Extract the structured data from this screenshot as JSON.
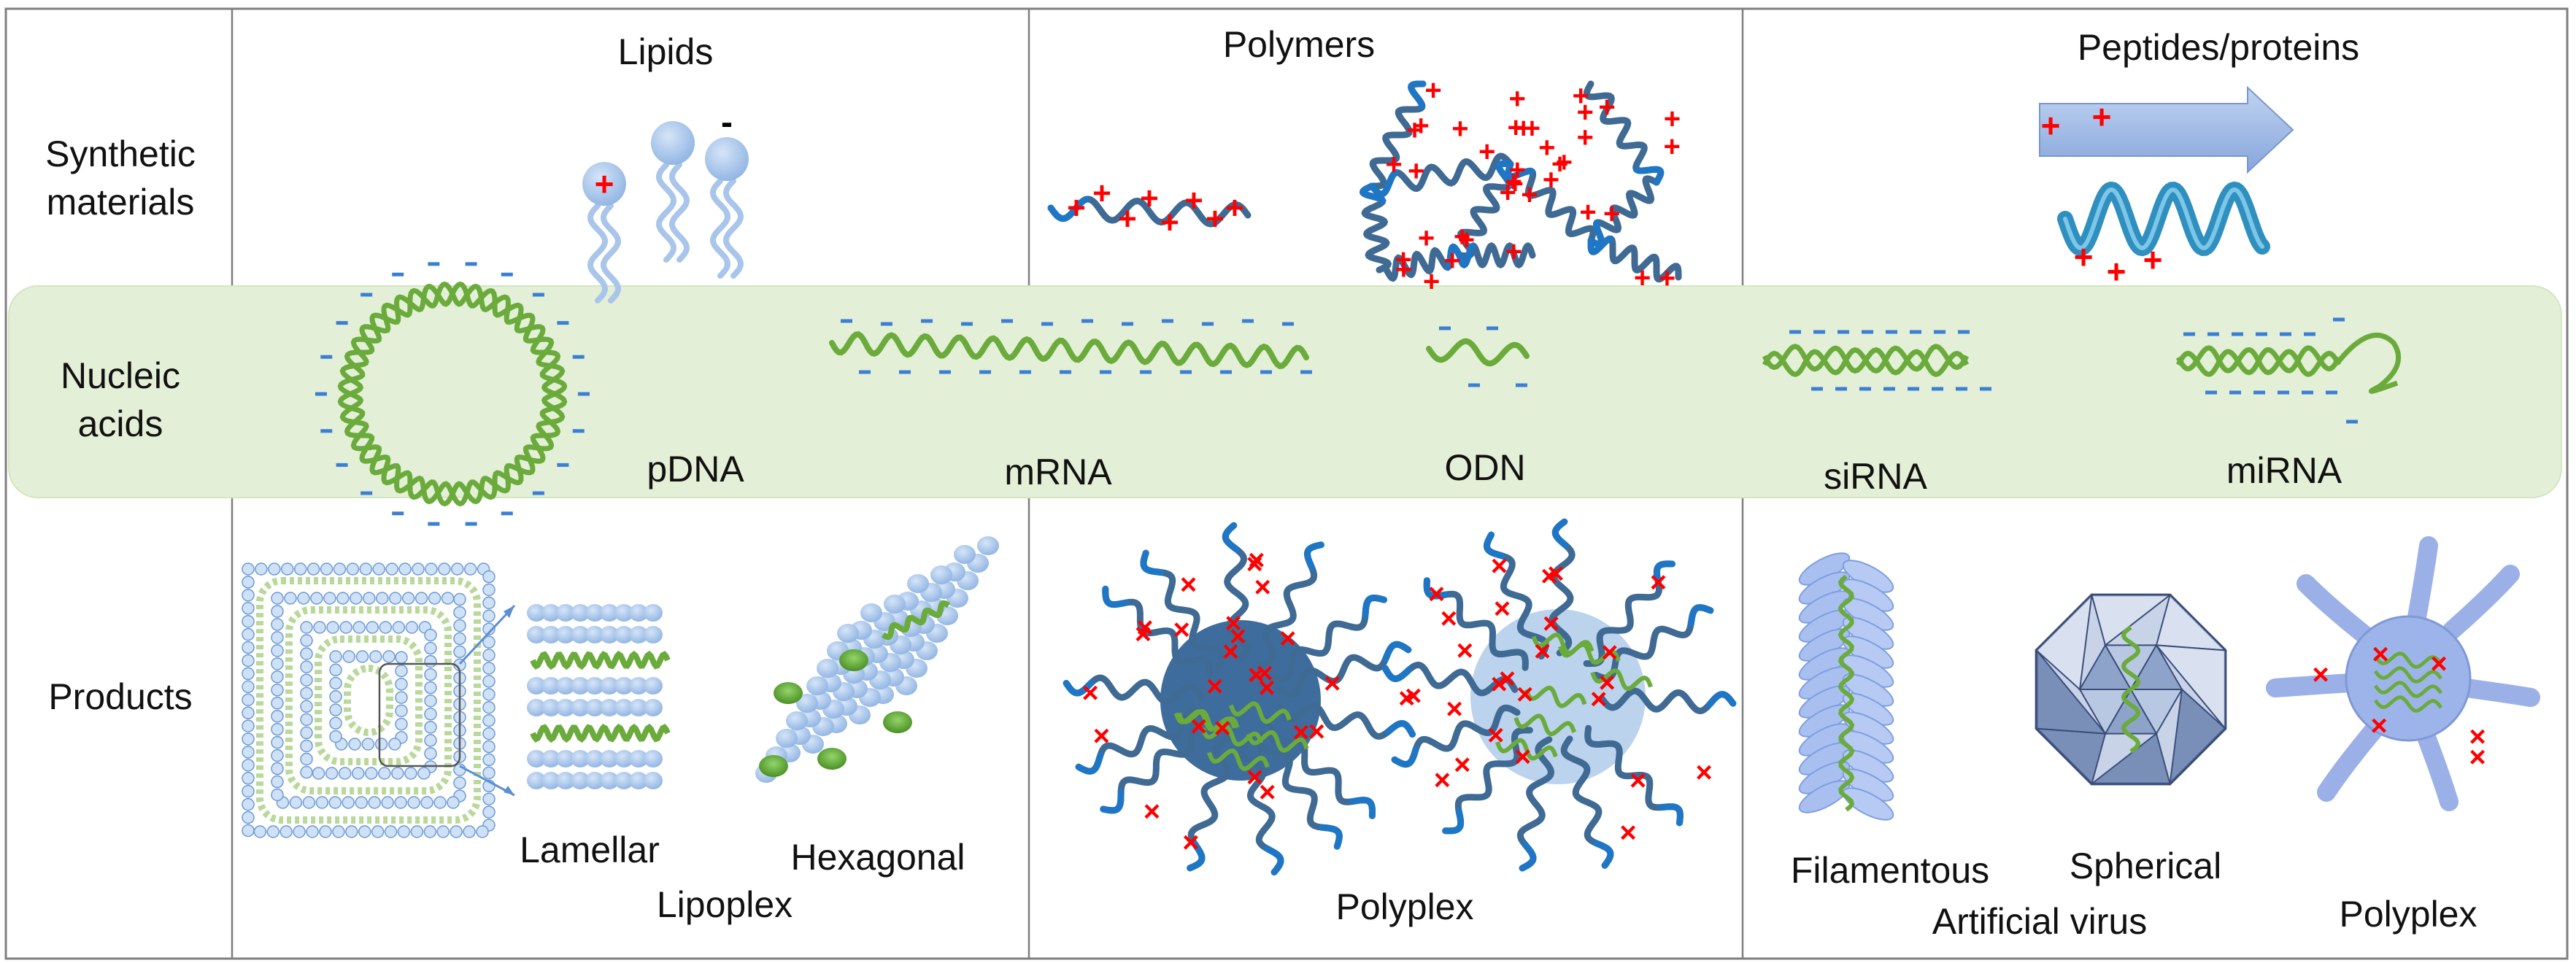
{
  "rows": {
    "synthetic": "Synthetic materials",
    "nucleic": "Nucleic acids",
    "products": "Products"
  },
  "columns": {
    "lipids": "Lipids",
    "polymers": "Polymers",
    "peptides": "Peptides/proteins"
  },
  "nucleic_acids": {
    "pdna": "pDNA",
    "mrna": "mRNA",
    "odn": "ODN",
    "sirna": "siRNA",
    "mirna": "miRNA"
  },
  "products": {
    "lamellar": "Lamellar",
    "hexagonal": "Hexagonal",
    "lipoplex": "Lipoplex",
    "polyplex_polymer": "Polyplex",
    "filamentous": "Filamentous",
    "spherical": "Spherical",
    "artificial_virus": "Artificial virus",
    "polyplex_peptide": "Polyplex"
  },
  "charges": {
    "plus": "+",
    "minus": "-",
    "cross": "×"
  },
  "colors": {
    "band": "#e3efd6",
    "band_edge": "#c9dfb5",
    "nucleic_green": "#6aab3c",
    "lipid_blue": "#a9c6ea",
    "polymer_blue": "#3f6a94",
    "polymer_edge": "#1e76c5",
    "charge_red": "#ff0000",
    "charge_blue": "#3b7fd4",
    "arrow_blue": "#9db8e6",
    "helix_teal": "#2f8fbf",
    "divider": "#7f7f7f"
  }
}
